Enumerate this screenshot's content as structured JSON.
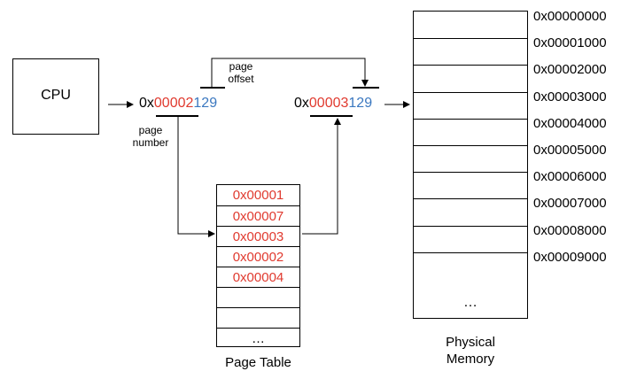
{
  "cpu": {
    "label": "CPU"
  },
  "virtual_address": {
    "prefix": "0x",
    "page_number": "00002",
    "offset": "129"
  },
  "physical_address": {
    "prefix": "0x",
    "frame_number": "00003",
    "offset": "129"
  },
  "labels": {
    "page_offset": "page\noffset",
    "page_number": "page\nnumber"
  },
  "page_table": {
    "caption": "Page Table",
    "entries": [
      "0x00001",
      "0x00007",
      "0x00003",
      "0x00002",
      "0x00004",
      "",
      "",
      "…"
    ],
    "entry_color": "#e03a2f"
  },
  "physical_memory": {
    "caption": "Physical\nMemory",
    "addresses": [
      "0x00000000",
      "0x00001000",
      "0x00002000",
      "0x00003000",
      "0x00004000",
      "0x00005000",
      "0x00006000",
      "0x00007000",
      "0x00008000",
      "0x00009000"
    ],
    "ellipsis": "…"
  },
  "colors": {
    "page_number": "#e03a2f",
    "offset": "#3b78c0"
  }
}
